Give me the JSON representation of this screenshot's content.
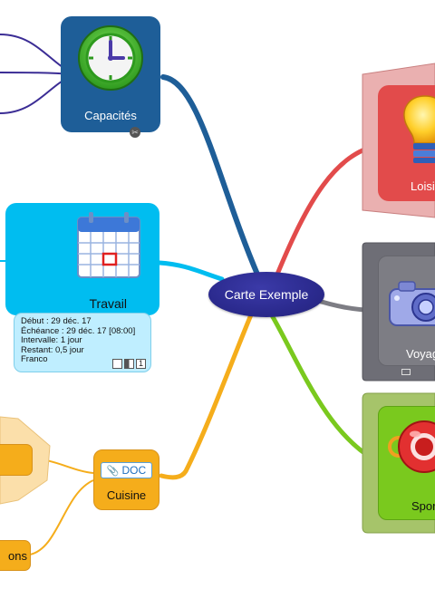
{
  "center": {
    "label": "Carte Exemple"
  },
  "nodes": {
    "capacites": {
      "label": "Capacités"
    },
    "travail": {
      "label": "Travail"
    },
    "cuisine": {
      "label": "Cuisine",
      "attachment": "DOC"
    },
    "loisirs": {
      "label": "Loisi"
    },
    "voyages": {
      "label": "Voyag"
    },
    "sports": {
      "label": "Spor"
    },
    "leftbottom": {
      "label": "ons"
    }
  },
  "task": {
    "start": "Début : 29 déc. 17",
    "due": "Échéance : 29 déc. 17 [08:00]",
    "interval": "Intervalle: 1 jour",
    "remaining": "Restant: 0,5 jour",
    "owner": "Franco",
    "badge": "1"
  },
  "colors": {
    "center": "#2b2a8e",
    "capacites": "#1e5e98",
    "travail": "#00bdf0",
    "cuisine": "#f5ad1b",
    "loisirs": "#e24b4b",
    "voyages": "#6b6b73",
    "sports": "#7ac91e"
  }
}
